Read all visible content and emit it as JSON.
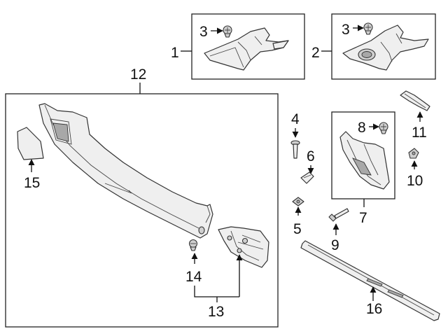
{
  "callouts": {
    "c1": "1",
    "c2": "2",
    "c3a": "3",
    "c3b": "3",
    "c4": "4",
    "c5": "5",
    "c6": "6",
    "c7": "7",
    "c8": "8",
    "c9": "9",
    "c10": "10",
    "c11": "11",
    "c12": "12",
    "c13": "13",
    "c14": "14",
    "c15": "15",
    "c16": "16"
  }
}
